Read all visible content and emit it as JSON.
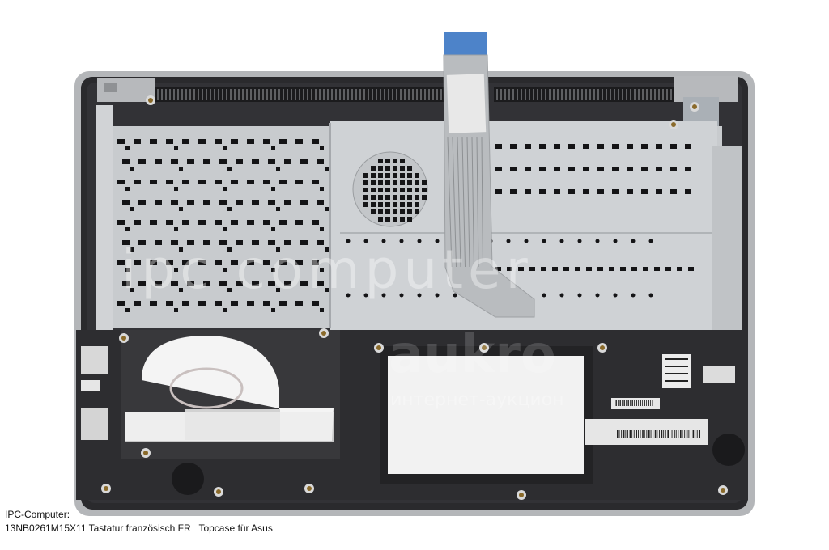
{
  "product": {
    "description": "Laptop topcase with keyboard, photographed from the underside",
    "watermark": "ipc computer",
    "watermark2": "aukro",
    "watermark3": "интернет-аукцион"
  },
  "caption": {
    "line1": "IPC-Computer:",
    "line2": "13NB0261M15X11 Tastatur französisch FR   Topcase für Asus"
  },
  "colors": {
    "frame": "#2a2a2d",
    "plate": "#c9cccf",
    "ribbon": "#4d83c9",
    "label": "#f0f0f0"
  }
}
